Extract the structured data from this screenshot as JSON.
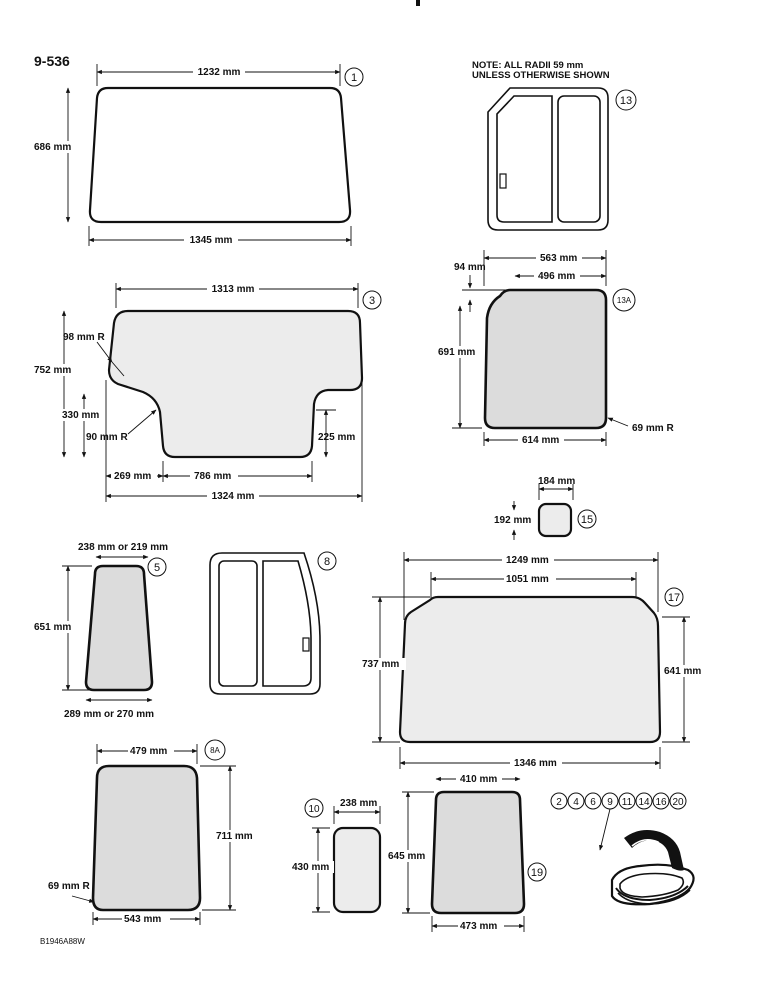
{
  "page_label": "9-536",
  "note_line1": "NOTE: ALL RADII 59 mm",
  "note_line2": "UNLESS OTHERWISE SHOWN",
  "part_code": "B1946A88W",
  "callouts": [
    "1",
    "13",
    "3",
    "13A",
    "15",
    "5",
    "8",
    "17",
    "8A",
    "10",
    "19"
  ],
  "seal_numbers": [
    "2",
    "4",
    "6",
    "9",
    "11",
    "14",
    "16",
    "20"
  ],
  "dims": {
    "p1_top": "1232 mm",
    "p1_height": "686 mm",
    "p1_bottom": "1345 mm",
    "p3_top": "1313 mm",
    "p3_radius": "98 mm R",
    "p3_height": "752 mm",
    "p3_lower": "330 mm",
    "p3_radius_inner": "90 mm R",
    "p3_step": "225 mm",
    "p3_left": "269 mm",
    "p3_center": "786 mm",
    "p3_bottom": "1324 mm",
    "p13a_top": "563 mm",
    "p13a_offset": "94 mm",
    "p13a_inner": "496 mm",
    "p13a_height": "691 mm",
    "p13a_bottom": "614 mm",
    "p13a_radius": "69 mm R",
    "p15_width": "184 mm",
    "p15_height": "192 mm",
    "p5_top": "238 mm or 219 mm",
    "p5_height": "651 mm",
    "p5_bottom": "289 mm or 270 mm",
    "p17_top": "1249 mm",
    "p17_inner": "1051 mm",
    "p17_left": "737 mm",
    "p17_right": "641 mm",
    "p17_bottom": "1346 mm",
    "p8a_top": "479 mm",
    "p8a_height": "711 mm",
    "p8a_radius": "69 mm R",
    "p8a_bottom": "543 mm",
    "p10_width": "238 mm",
    "p10_height": "430 mm",
    "p19_top": "410 mm",
    "p19_height": "645 mm",
    "p19_bottom": "473 mm"
  }
}
